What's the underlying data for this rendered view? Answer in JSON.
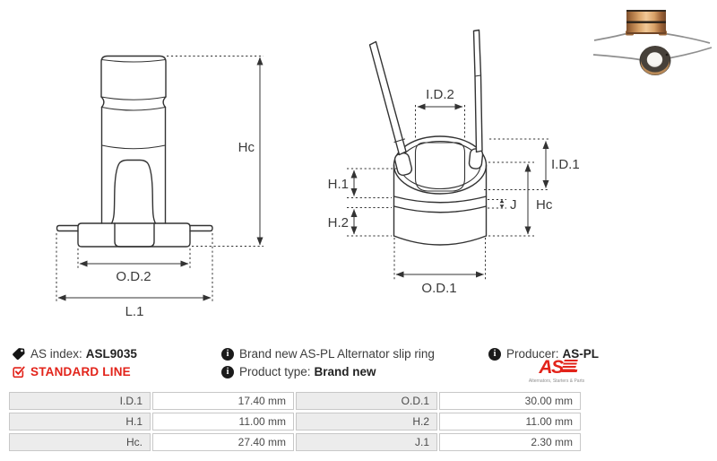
{
  "colors": {
    "brand_red": "#e2231a"
  },
  "product": {
    "as_index_label": "AS index:",
    "as_index_value": "ASL9035",
    "standard_line_label": "STANDARD LINE",
    "description": "Brand new AS-PL Alternator slip ring",
    "product_type_label": "Product type:",
    "product_type_value": "Brand new",
    "producer_label": "Producer:",
    "producer_value": "AS-PL"
  },
  "logo": {
    "text": "AS",
    "tagline": "Alternators, Starters & Parts"
  },
  "drawings": {
    "left_view_labels": {
      "hc": "Hc",
      "od2": "O.D.2",
      "l1": "L.1"
    },
    "right_view_labels": {
      "id2": "I.D.2",
      "id1": "I.D.1",
      "h1": "H.1",
      "h2": "H.2",
      "hc": "Hc",
      "j": "J",
      "od1": "O.D.1"
    }
  },
  "dimensions_table": {
    "rows": [
      [
        "I.D.1",
        "17.40 mm",
        "O.D.1",
        "30.00 mm"
      ],
      [
        "H.1",
        "11.00 mm",
        "H.2",
        "11.00 mm"
      ],
      [
        "Hc.",
        "27.40 mm",
        "J.1",
        "2.30 mm"
      ]
    ]
  }
}
